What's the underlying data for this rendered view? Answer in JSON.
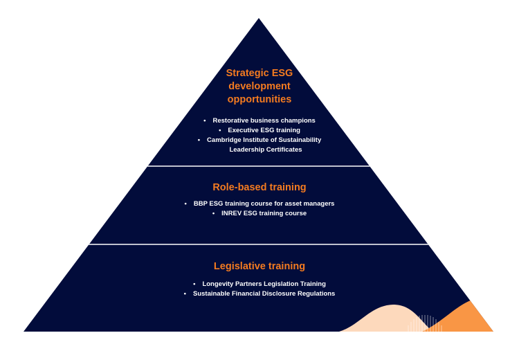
{
  "colors": {
    "navy": "#020c3b",
    "accent": "#f47b20",
    "peach": "#fdd9bc",
    "orange_fill": "#f99645"
  },
  "tiers": [
    {
      "title": "Strategic ESG development opportunities",
      "title_lines": [
        "Strategic ESG",
        "development",
        "opportunities"
      ],
      "items": [
        "Restorative business champions",
        "Executive ESG training",
        "Cambridge Institute of Sustainability",
        "Leadership Certificates"
      ]
    },
    {
      "title": "Role-based training",
      "items": [
        "BBP ESG training course for asset managers",
        "INREV ESG training course"
      ]
    },
    {
      "title": "Legislative training",
      "items": [
        "Longevity Partners Legislation Training",
        "Sustainable Financial Disclosure Regulations"
      ]
    }
  ],
  "bullet": "•"
}
